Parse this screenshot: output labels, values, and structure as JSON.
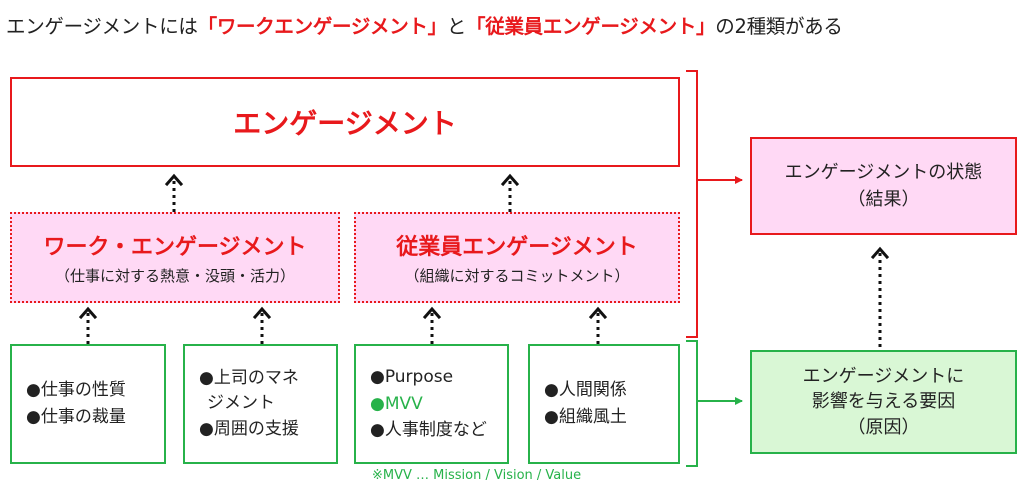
{
  "title": {
    "part1": "エンゲージメントには",
    "hl1": "「ワークエンゲージメント」",
    "part2": "と",
    "hl2": "「従業員エンゲージメント」",
    "part3": "の2種類がある"
  },
  "engagement": {
    "label": "エンゲージメント"
  },
  "work": {
    "title": "ワーク・エンゲージメント",
    "sub": "（仕事に対する熱意・没頭・活力）"
  },
  "employee": {
    "title": "従業員エンゲージメント",
    "sub": "（組織に対するコミットメント）"
  },
  "factors": {
    "f1": [
      "●仕事の性質",
      "●仕事の裁量"
    ],
    "f2": [
      "●上司のマネ",
      "ジメント",
      "●周囲の支援"
    ],
    "f3": [
      "●Purpose",
      "●MVV",
      "●人事制度など"
    ],
    "f4": [
      "●人間関係",
      "●組織風土"
    ]
  },
  "note": "※MVV … Mission / Vision / Value",
  "state": {
    "line1": "エンゲージメントの状態",
    "line2": "（結果）"
  },
  "cause": {
    "line1": "エンゲージメントに",
    "line2": "影響を与える要因",
    "line3": "（原因）"
  },
  "colors": {
    "red": "#e8191c",
    "green": "#27b24a",
    "pink": "#ffd9f5",
    "light_green": "#d9f7d5"
  }
}
